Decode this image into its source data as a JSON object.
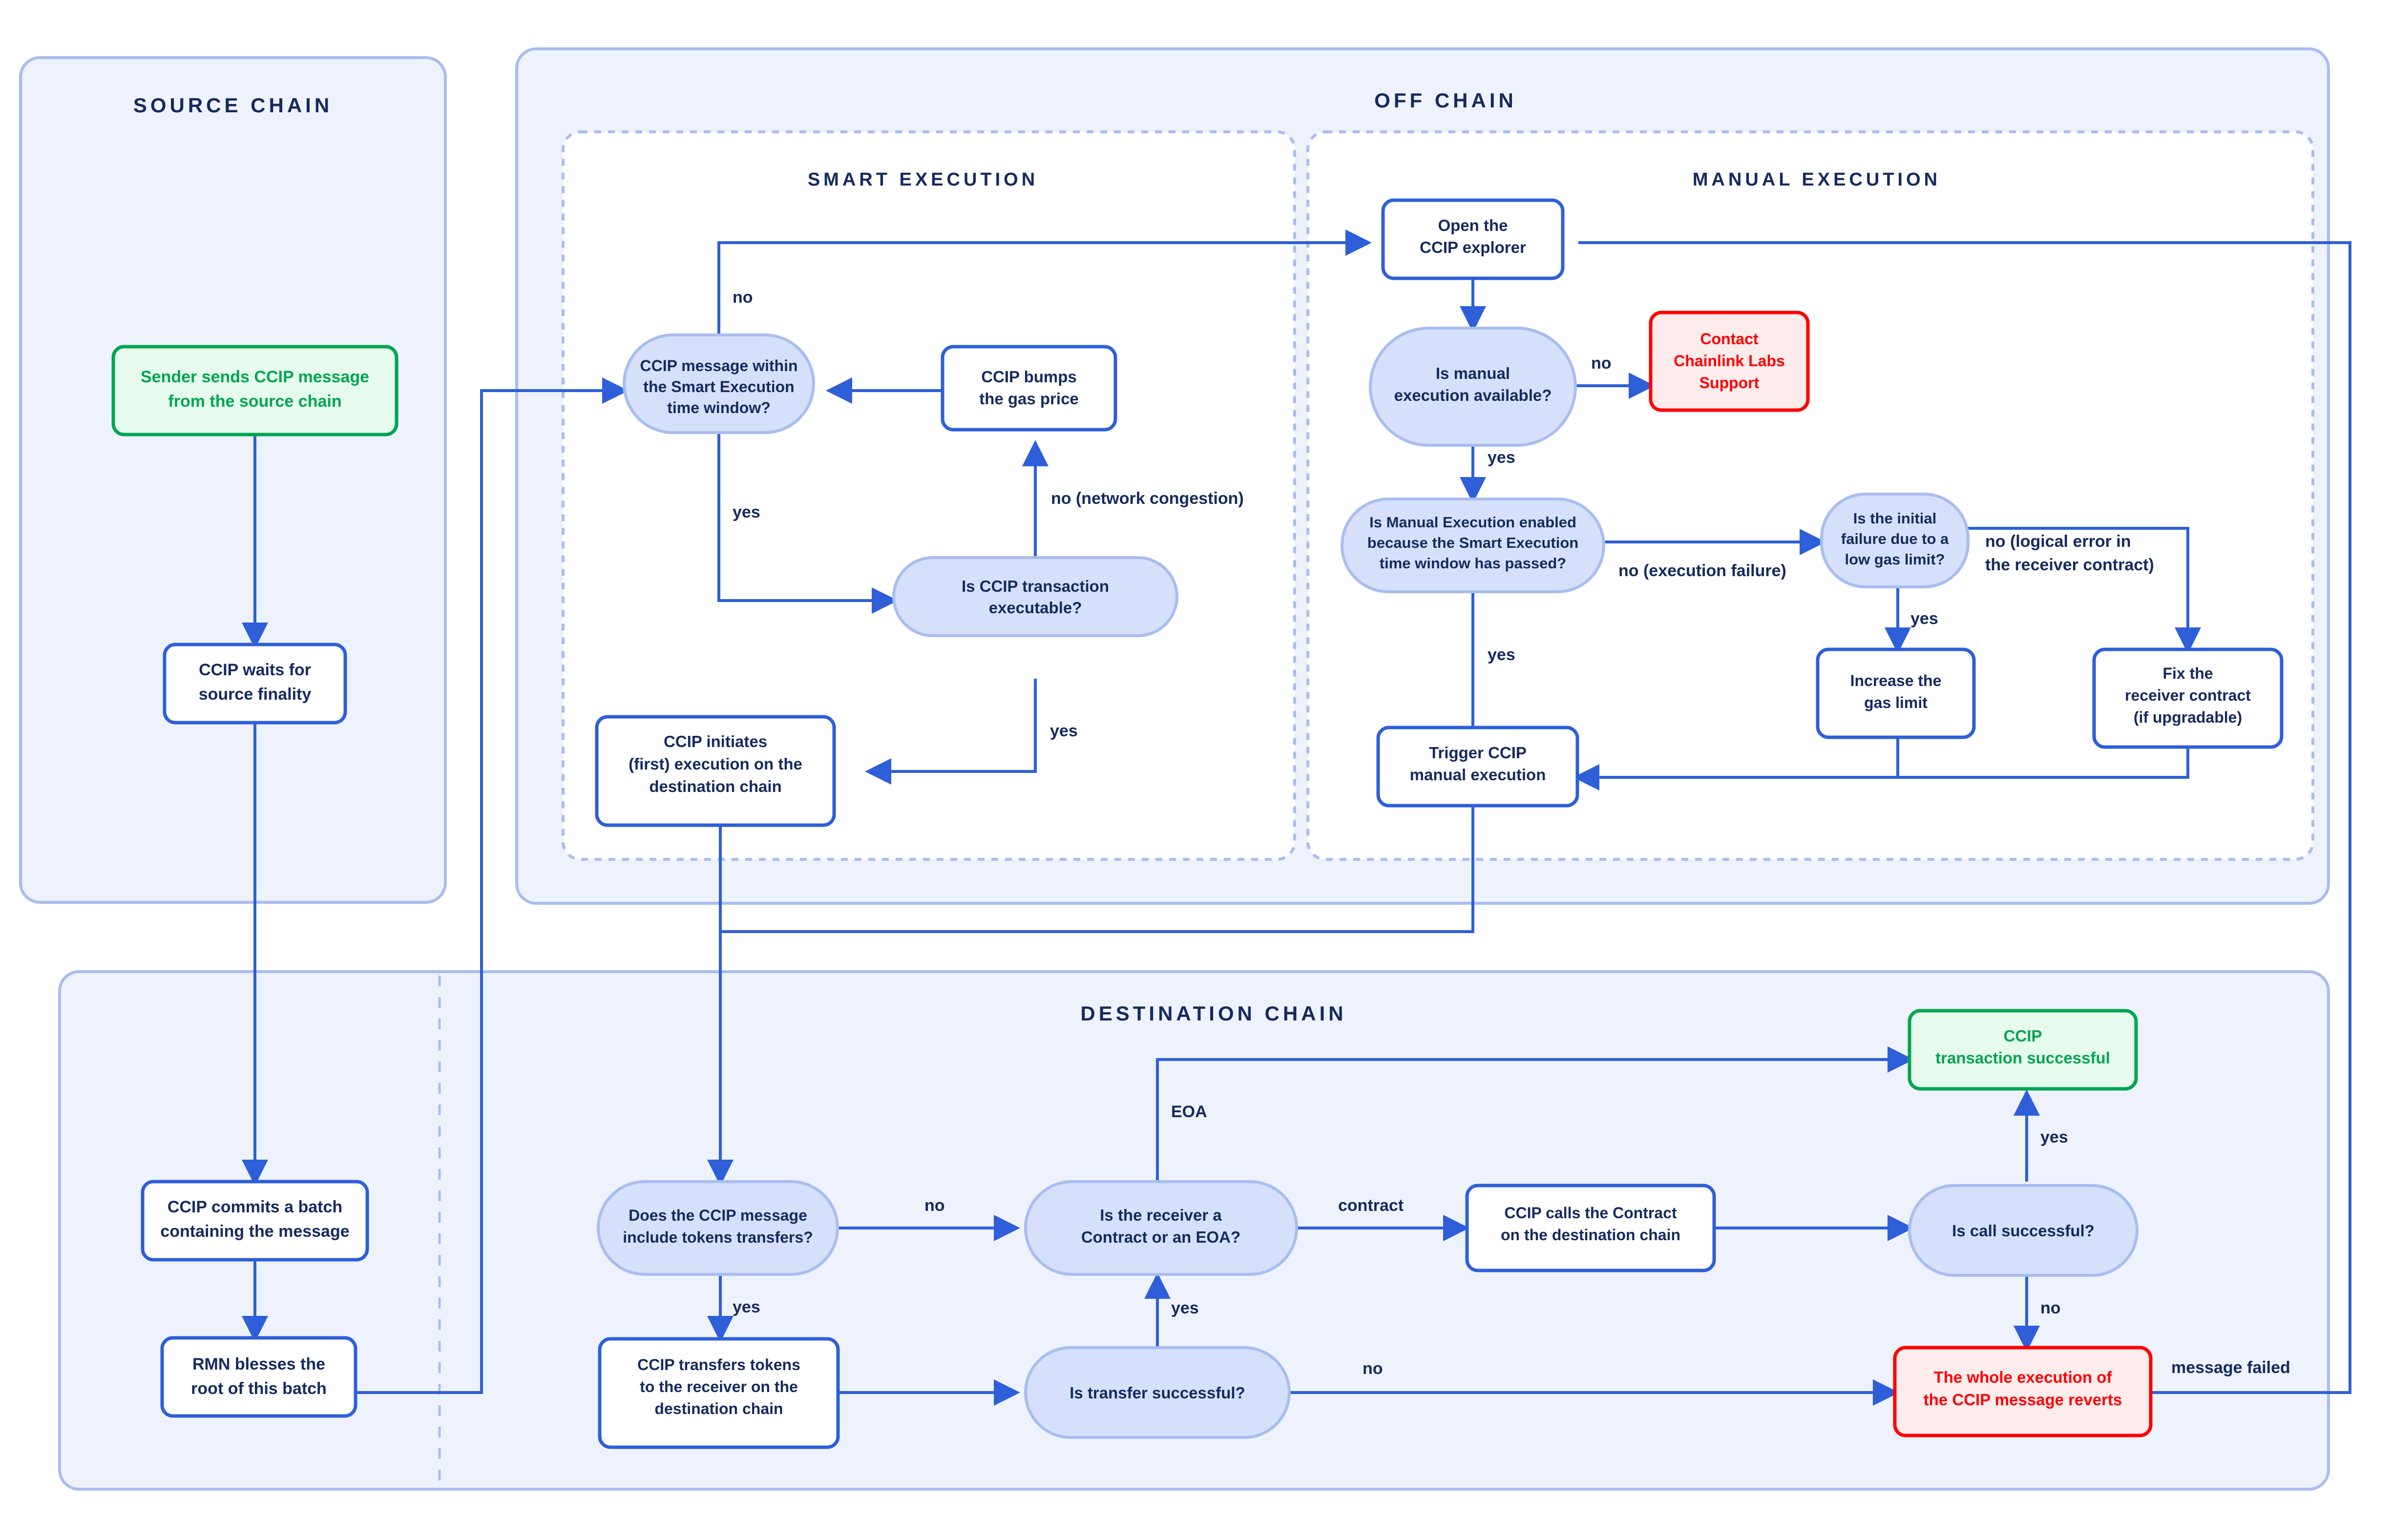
{
  "colors": {
    "panel_fill": "#eef2fc",
    "panel_border": "#a8bdf0",
    "inner_panel_fill": "#ffffff",
    "inner_panel_border": "#a8bdf0",
    "process_border": "#2e5fd9",
    "process_fill": "#ffffff",
    "decision_fill": "#d6e0fa",
    "decision_border": "#a8bdf0",
    "arrow": "#2e5fd9",
    "text_navy": "#152a5e",
    "green_border": "#00a550",
    "green_fill": "#e6fbee",
    "green_text": "#00a550",
    "red_border": "#ff0000",
    "red_fill": "#fdecec",
    "red_text": "#ff0000"
  },
  "panels": [
    {
      "id": "source-chain",
      "title": "SOURCE CHAIN"
    },
    {
      "id": "off-chain",
      "title": "OFF CHAIN"
    },
    {
      "id": "smart-execution",
      "title": "SMART EXECUTION"
    },
    {
      "id": "manual-execution",
      "title": "MANUAL EXECUTION"
    },
    {
      "id": "destination-chain",
      "title": "DESTINATION CHAIN"
    }
  ],
  "nodes": {
    "sender_sends": {
      "lines": [
        "Sender sends CCIP message",
        "from the source chain"
      ],
      "type": "terminator-green"
    },
    "waits_finality": {
      "lines": [
        "CCIP waits for",
        "source finality"
      ],
      "type": "process"
    },
    "commits_batch": {
      "lines": [
        "CCIP commits a batch",
        "containing the message"
      ],
      "type": "process"
    },
    "rmn_blesses": {
      "lines": [
        "RMN blesses the",
        "root of this batch"
      ],
      "type": "process"
    },
    "within_window": {
      "lines": [
        "CCIP message within",
        "the Smart Execution",
        "time window?"
      ],
      "type": "decision"
    },
    "bumps_gas": {
      "lines": [
        "CCIP bumps",
        "the gas price"
      ],
      "type": "process"
    },
    "is_executable": {
      "lines": [
        "Is CCIP transaction",
        "executable?"
      ],
      "type": "decision"
    },
    "initiates_execution": {
      "lines": [
        "CCIP initiates",
        "(first) execution on the",
        "destination chain"
      ],
      "type": "process"
    },
    "open_explorer": {
      "lines": [
        "Open the",
        "CCIP explorer"
      ],
      "type": "process"
    },
    "manual_available": {
      "lines": [
        "Is manual",
        "execution available?"
      ],
      "type": "decision"
    },
    "contact_support": {
      "lines": [
        "Contact",
        "Chainlink Labs",
        "Support"
      ],
      "type": "terminator-red"
    },
    "manual_enabled": {
      "lines": [
        "Is Manual Execution enabled",
        "because the Smart Execution",
        "time window has passed?"
      ],
      "type": "decision"
    },
    "low_gas_limit": {
      "lines": [
        "Is the initial",
        "failure due to a",
        "low gas limit?"
      ],
      "type": "decision"
    },
    "increase_gas": {
      "lines": [
        "Increase the",
        "gas limit"
      ],
      "type": "process"
    },
    "fix_receiver": {
      "lines": [
        "Fix the",
        "receiver contract",
        "(if upgradable)"
      ],
      "type": "process"
    },
    "trigger_manual": {
      "lines": [
        "Trigger CCIP",
        "manual execution"
      ],
      "type": "process"
    },
    "includes_tokens": {
      "lines": [
        "Does the CCIP message",
        "include tokens transfers?"
      ],
      "type": "decision"
    },
    "transfers_tokens": {
      "lines": [
        "CCIP transfers tokens",
        "to the receiver on the",
        "destination chain"
      ],
      "type": "process"
    },
    "transfer_successful": {
      "lines": [
        "Is transfer successful?"
      ],
      "type": "decision"
    },
    "receiver_kind": {
      "lines": [
        "Is the receiver a",
        "Contract or an EOA?"
      ],
      "type": "decision"
    },
    "calls_contract": {
      "lines": [
        "CCIP calls the Contract",
        "on the destination chain"
      ],
      "type": "process"
    },
    "call_successful": {
      "lines": [
        "Is call successful?"
      ],
      "type": "decision"
    },
    "tx_successful": {
      "lines": [
        "CCIP",
        "transaction successful"
      ],
      "type": "terminator-green"
    },
    "reverts": {
      "lines": [
        "The whole execution of",
        "the CCIP message reverts"
      ],
      "type": "terminator-red"
    }
  },
  "edge_labels": {
    "no_window": "no",
    "yes_window": "yes",
    "no_congestion": "no (network congestion)",
    "yes_executable": "yes",
    "no_manual": "no",
    "yes_manual": "yes",
    "no_exec_failure": "no (execution failure)",
    "yes_manual_enabled": "yes",
    "no_logical_error": [
      "no (logical error in",
      "the receiver contract)"
    ],
    "yes_low_gas": "yes",
    "no_tokens": "no",
    "yes_tokens": "yes",
    "yes_transfer": "yes",
    "no_transfer": "no",
    "eoa": "EOA",
    "contract": "contract",
    "yes_call": "yes",
    "no_call": "no",
    "message_failed": "message failed"
  }
}
